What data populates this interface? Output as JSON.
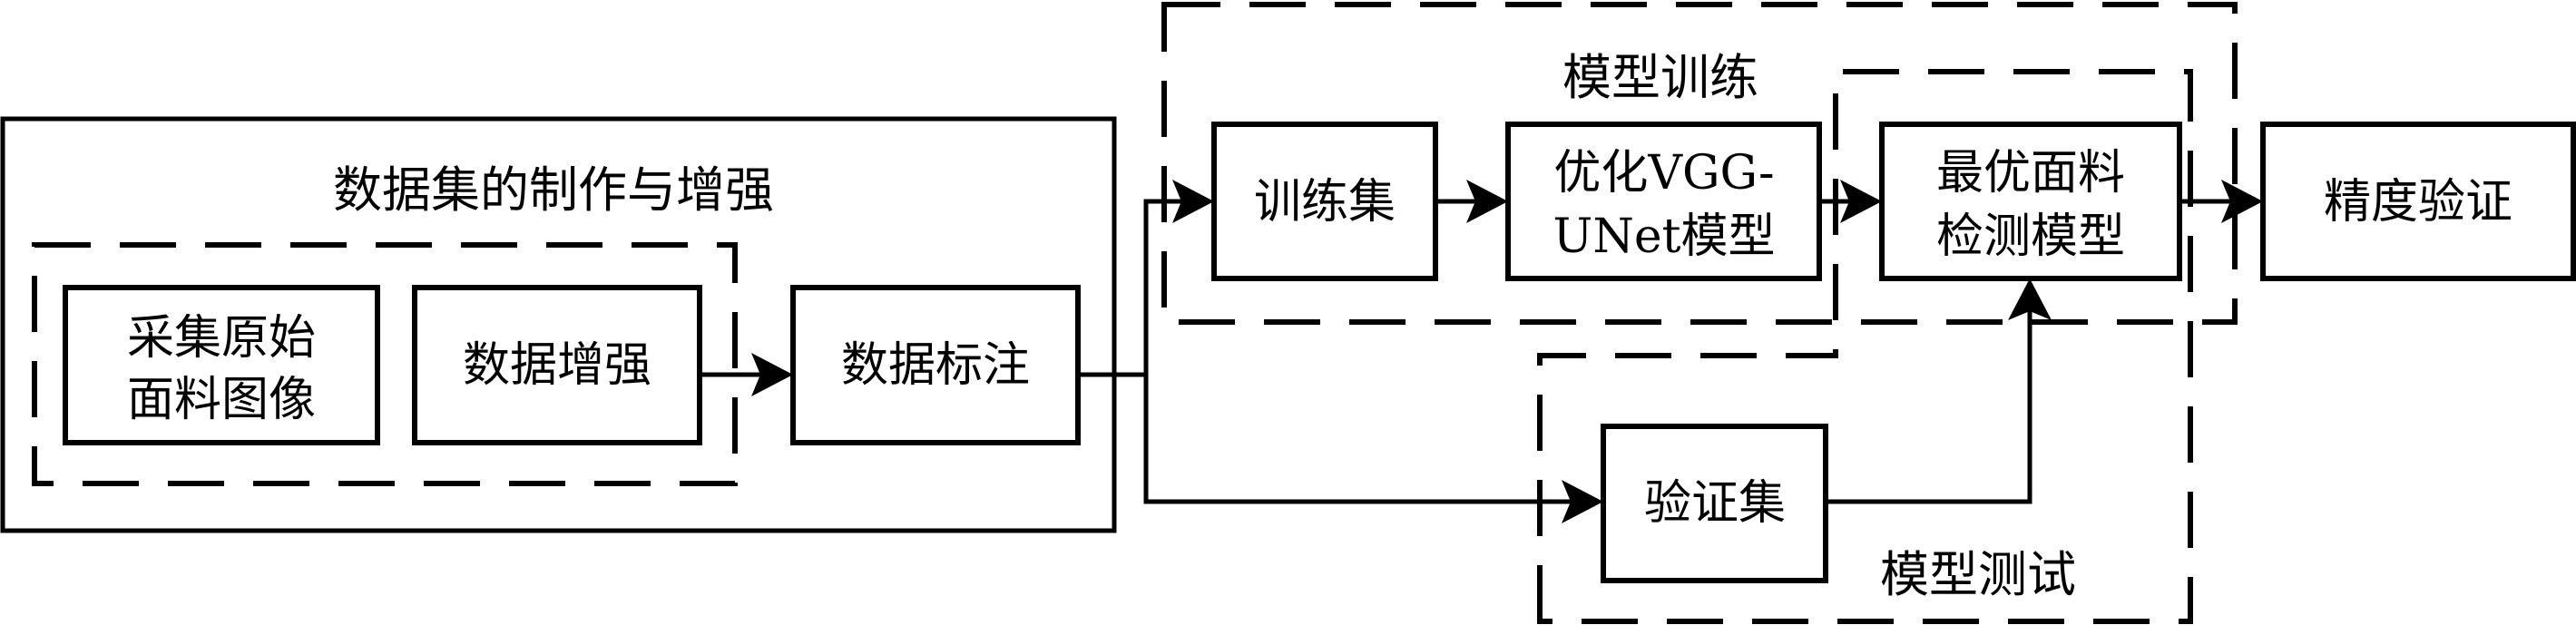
{
  "diagram": {
    "title": "",
    "colors": {
      "stroke": "#000000",
      "background": "#ffffff"
    },
    "groups": {
      "dataset": "数据集的制作与增强",
      "training": "模型训练",
      "testing": "模型测试"
    },
    "nodes": {
      "collect": [
        "采集原始",
        "面料图像"
      ],
      "augment": "数据增强",
      "annotate": "数据标注",
      "train_set": "训练集",
      "model": [
        "优化VGG-",
        "UNet模型"
      ],
      "best_model": [
        "最优面料",
        "检测模型"
      ],
      "accuracy": "精度验证",
      "val_set": "验证集"
    },
    "edges": [
      {
        "from": "augment",
        "to": "annotate"
      },
      {
        "from": "annotate",
        "to": "train_set"
      },
      {
        "from": "annotate",
        "to": "val_set"
      },
      {
        "from": "train_set",
        "to": "model"
      },
      {
        "from": "model",
        "to": "best_model"
      },
      {
        "from": "val_set",
        "to": "best_model"
      },
      {
        "from": "best_model",
        "to": "accuracy"
      }
    ]
  }
}
